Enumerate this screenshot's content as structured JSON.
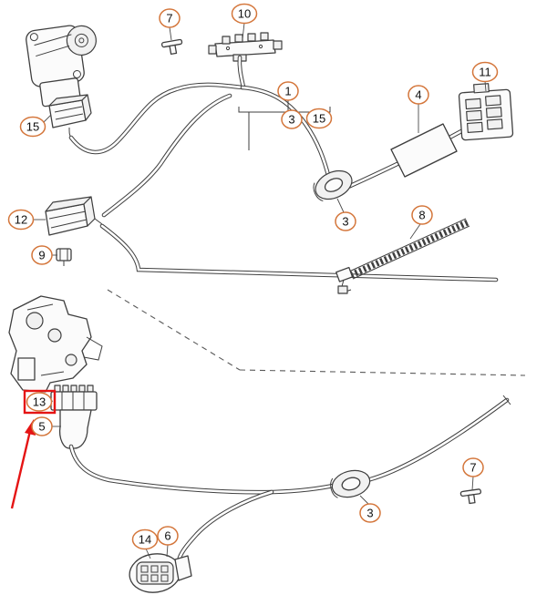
{
  "diagram": {
    "background": "#ffffff",
    "line_color": "#3f3f3f",
    "callout_color": "#d4763b",
    "highlight_color": "#e51414",
    "callouts": [
      {
        "label": "7"
      },
      {
        "label": "10"
      },
      {
        "label": "1"
      },
      {
        "label": "3"
      },
      {
        "label": "15"
      },
      {
        "label": "4"
      },
      {
        "label": "11"
      },
      {
        "label": "15"
      },
      {
        "label": "12"
      },
      {
        "label": "9"
      },
      {
        "label": "8"
      },
      {
        "label": "3"
      },
      {
        "label": "13",
        "highlighted": true
      },
      {
        "label": "5"
      },
      {
        "label": "7"
      },
      {
        "label": "3"
      },
      {
        "label": "14"
      },
      {
        "label": "6"
      }
    ]
  }
}
